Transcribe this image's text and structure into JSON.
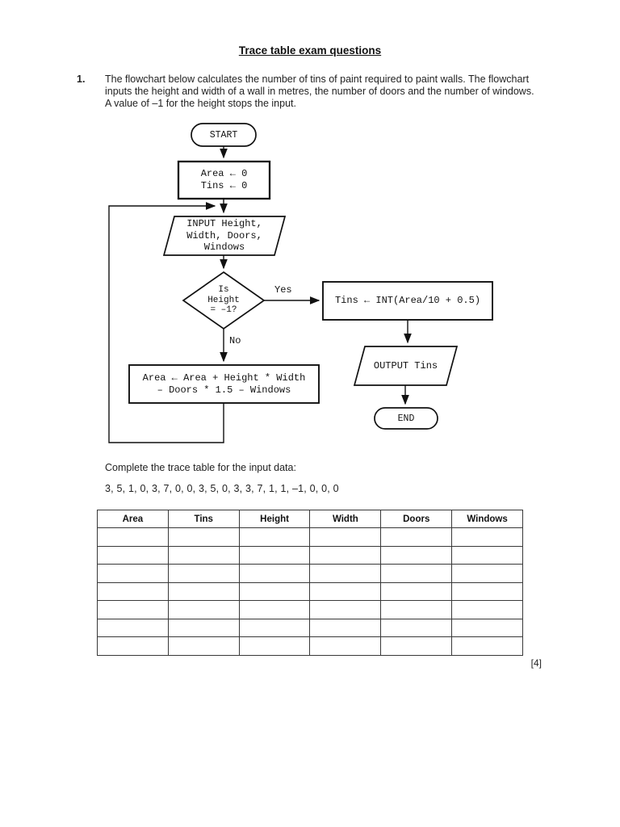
{
  "page": {
    "title": "Trace table exam questions",
    "question_number": "1.",
    "question_text": "The flowchart below calculates the number of tins of paint required to paint walls. The flowchart\ninputs the height and width of a wall in metres, the number of doors and the number of windows.\nA value of –1 for the height stops the input.",
    "instruction": "Complete the trace table for the input data:",
    "input_data": "3, 5, 1, 0, 3, 7, 0, 0, 3, 5, 0, 3, 3, 7, 1, 1, –1, 0, 0, 0",
    "marks": "[4]"
  },
  "flowchart": {
    "start_label": "START",
    "init_label": "Area ← 0\nTins ← 0",
    "input_label": "INPUT Height,\nWidth, Doors,\nWindows",
    "decision_label": "Is\nHeight\n= –1?",
    "yes_label": "Yes",
    "no_label": "No",
    "tins_calc_label": "Tins ← INT(Area/10 + 0.5)",
    "area_calc_label": "Area ← Area + Height * Width\n– Doors * 1.5 – Windows",
    "output_label": "OUTPUT Tins",
    "end_label": "END"
  },
  "trace_table": {
    "headers": [
      "Area",
      "Tins",
      "Height",
      "Width",
      "Doors",
      "Windows"
    ],
    "empty_rows": 7
  }
}
